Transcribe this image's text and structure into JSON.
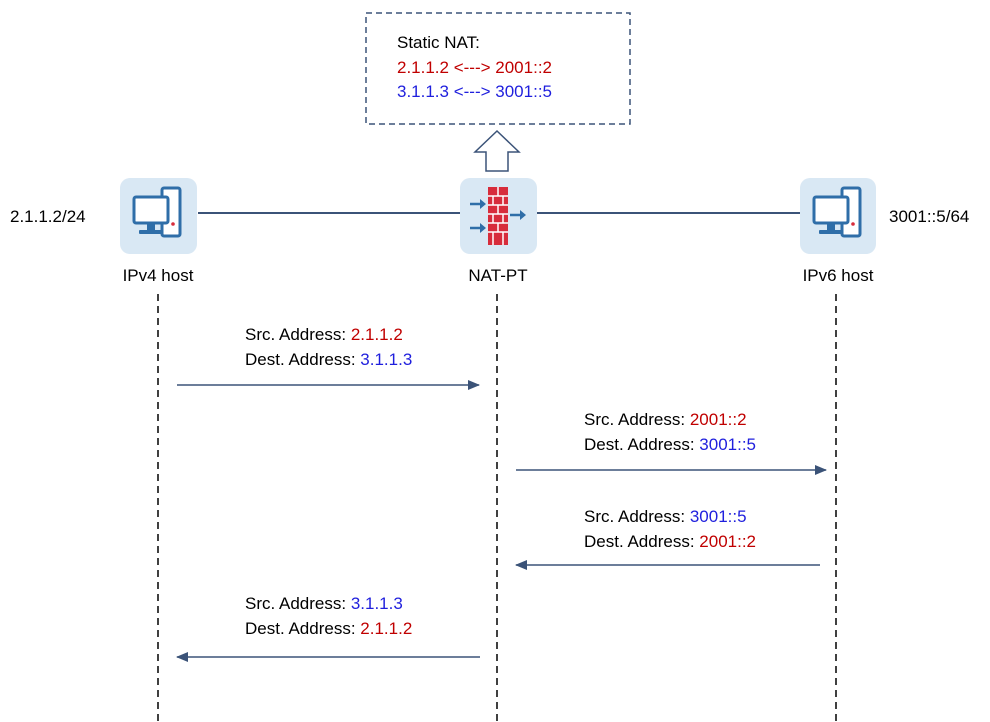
{
  "colors": {
    "red": "#c00000",
    "blue": "#1f1fdd",
    "line": "#3b5378",
    "icon_bg": "#d9e8f4",
    "icon_blue": "#2f6ea8",
    "firewall_red": "#d72c3b"
  },
  "static_nat": {
    "title": "Static NAT:",
    "mapping1": "2.1.1.2 <---> 2001::2",
    "mapping2": "3.1.1.3 <---> 3001::5"
  },
  "nodes": {
    "ipv4": {
      "label": "IPv4 host",
      "address": "2.1.1.2/24",
      "icon": "computer-icon"
    },
    "natpt": {
      "label": "NAT-PT",
      "icon": "firewall-icon"
    },
    "ipv6": {
      "label": "IPv6 host",
      "address": "3001::5/64",
      "icon": "computer-icon"
    }
  },
  "messages": [
    {
      "src_label": "Src. Address: ",
      "src_value": "2.1.1.2",
      "dest_label": "Dest. Address: ",
      "dest_value": "3.1.1.3"
    },
    {
      "src_label": "Src. Address: ",
      "src_value": "2001::2",
      "dest_label": "Dest. Address: ",
      "dest_value": "3001::5"
    },
    {
      "src_label": "Src. Address: ",
      "src_value": "3001::5",
      "dest_label": "Dest. Address: ",
      "dest_value": "2001::2"
    },
    {
      "src_label": "Src. Address: ",
      "src_value": "3.1.1.3",
      "dest_label": "Dest. Address: ",
      "dest_value": "2.1.1.2"
    }
  ]
}
